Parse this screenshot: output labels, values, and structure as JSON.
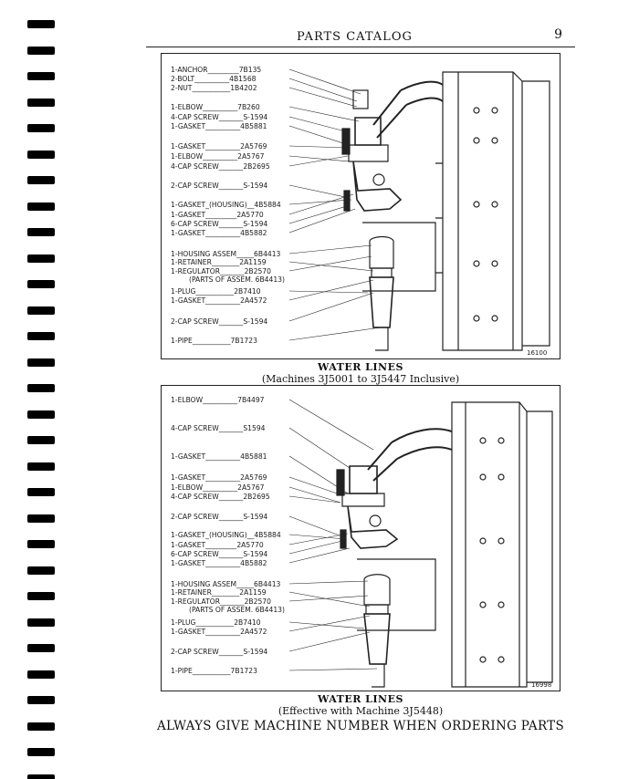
{
  "header": {
    "title": "PARTS CATALOG",
    "page_number": "9"
  },
  "figure1": {
    "caption_title": "WATER LINES",
    "caption_subtitle": "(Machines 3J5001 to 3J5447 Inclusive)",
    "figure_number": "16100",
    "labels": [
      "1-ANCHOR_________7B135",
      "2-BOLT__________4B1568",
      "2-NUT___________1B4202",
      "1-ELBOW__________7B260",
      "4-CAP SCREW_______S-1594",
      "1-GASKET__________4B5881",
      "1-GASKET__________2A5769",
      "1-ELBOW__________2A5767",
      "4-CAP SCREW_______2B2695",
      "2-CAP SCREW_______S-1594",
      "1-GASKET_(HOUSING)__4B5884",
      "1-GASKET_________2A5770",
      "6-CAP SCREW_______S-1594",
      "1-GASKET__________4B5882",
      "1-HOUSING ASSEM_____6B4413",
      "1-RETAINER________2A1159",
      "1-REGULATOR_______2B2570",
      "(PARTS OF ASSEM. 6B4413)",
      "1-PLUG___________2B7410",
      "1-GASKET__________2A4572",
      "2-CAP SCREW_______S-1594",
      "1-PIPE___________7B1723"
    ]
  },
  "figure2": {
    "caption_title": "WATER LINES",
    "caption_subtitle": "(Effective with Machine 3J5448)",
    "figure_number": "16998",
    "labels": [
      "1-ELBOW__________7B4497",
      "4-CAP SCREW_______S1594",
      "1-GASKET__________4B5881",
      "1-GASKET__________2A5769",
      "1-ELBOW__________2A5767",
      "4-CAP SCREW_______2B2695",
      "2-CAP SCREW_______S-1594",
      "1-GASKET_(HOUSING)__4B5884",
      "1-GASKET_________2A5770",
      "6-CAP SCREW_______S-1594",
      "1-GASKET__________4B5882",
      "1-HOUSING ASSEM_____6B4413",
      "1-RETAINER________2A1159",
      "1-REGULATOR_______2B2570",
      "(PARTS OF ASSEM. 6B4413)",
      "1-PLUG___________2B7410",
      "1-GASKET__________2A4572",
      "2-CAP SCREW_______S-1594",
      "1-PIPE___________7B1723"
    ]
  },
  "footer": {
    "note": "ALWAYS GIVE MACHINE NUMBER WHEN ORDERING PARTS"
  }
}
